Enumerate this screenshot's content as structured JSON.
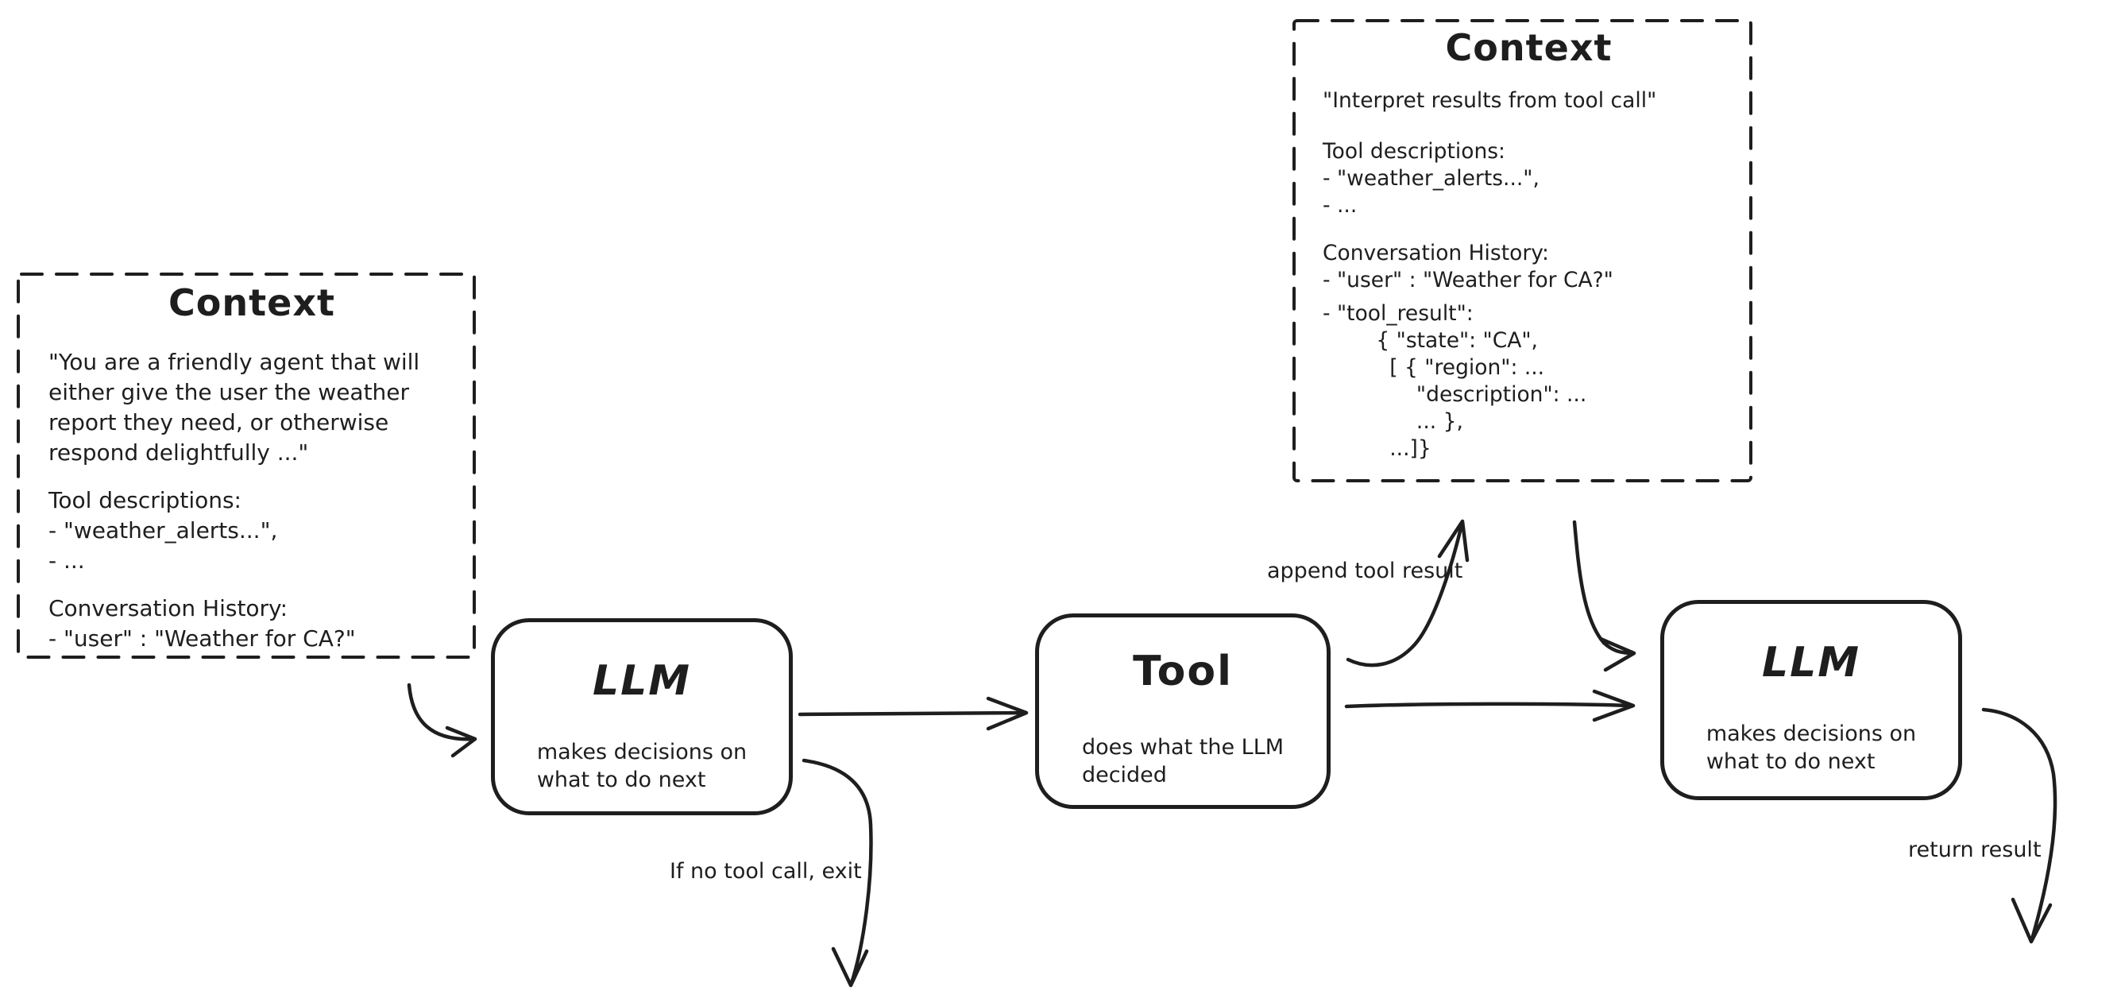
{
  "diagram": {
    "background_color": "#ffffff",
    "stroke_color": "#1e1e1e",
    "context_left": {
      "title": "Context",
      "system_prompt_lines": [
        "\"You are a friendly agent that will",
        "either give the user the weather",
        "report they need, or otherwise",
        "respond delightfully ...\""
      ],
      "tool_descriptions_heading": "Tool descriptions:",
      "tool_descriptions_items": [
        "- \"weather_alerts...\",",
        "- ..."
      ],
      "conversation_heading": "Conversation History:",
      "conversation_items": [
        "- \"user\" : \"Weather for CA?\""
      ]
    },
    "context_right": {
      "title": "Context",
      "instruction": "\"Interpret results from tool call\"",
      "tool_descriptions_heading": "Tool descriptions:",
      "tool_descriptions_items": [
        "- \"weather_alerts...\",",
        "- ..."
      ],
      "conversation_heading": "Conversation History:",
      "conversation_items": [
        "- \"user\" : \"Weather for CA?\"",
        "- \"tool_result\":",
        "        { \"state\": \"CA\",",
        "          [ { \"region\": ...",
        "              \"description\": ...",
        "              ... },",
        "          ...]}"
      ]
    },
    "nodes": {
      "llm_first": {
        "title": "LLM",
        "subtitle": "makes decisions on\nwhat to do next"
      },
      "tool": {
        "title": "Tool",
        "subtitle": "does what the LLM\ndecided"
      },
      "llm_second": {
        "title": "LLM",
        "subtitle": "makes decisions on\nwhat to do next"
      }
    },
    "edge_labels": {
      "append_tool_result": "append tool result",
      "no_tool_call_exit": "If no tool call, exit",
      "return_result": "return result"
    }
  }
}
